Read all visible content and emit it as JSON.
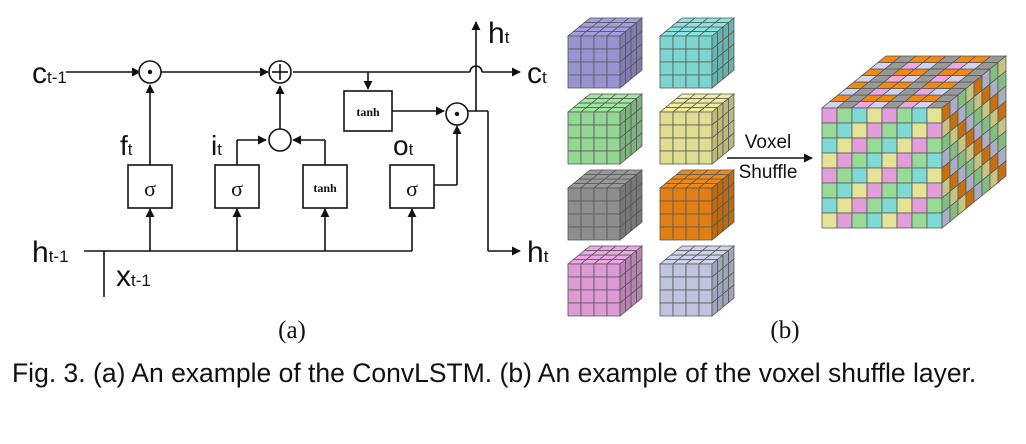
{
  "lstm": {
    "c_prev": {
      "base": "c",
      "sub": "t-1"
    },
    "c_next": {
      "base": "c",
      "sub": "t"
    },
    "h_top": {
      "base": "h",
      "sub": "t"
    },
    "h_out": {
      "base": "h",
      "sub": "t"
    },
    "h_prev": {
      "base": "h",
      "sub": "t-1"
    },
    "x_prev": {
      "base": "x",
      "sub": "t-1"
    },
    "forget_label": {
      "base": "f",
      "sub": "t"
    },
    "input_label": {
      "base": "i",
      "sub": "t"
    },
    "output_label": {
      "base": "o",
      "sub": "t"
    },
    "sigma": "σ",
    "tanh": "tanh",
    "mult": "⊙",
    "add": "⊕"
  },
  "shuffle": {
    "arrow_label_line1": "Voxel",
    "arrow_label_line2": "Shuffle",
    "cube_colors": [
      "#a59ee0",
      "#86e5e0",
      "#9fe79f",
      "#f1ef9e",
      "#999999",
      "#f18a15",
      "#eea6e5",
      "#cfd3ef"
    ],
    "big_cube_top_colors": [
      "#cfd3ef",
      "#f18a15",
      "#999999",
      "#f18a15",
      "#eea6e5",
      "#999999"
    ],
    "big_cube_front_colors": [
      "#eea6e5",
      "#9fe79f",
      "#86e5e0",
      "#f1ef9e"
    ],
    "big_cube_side_colors": [
      "#f18a15",
      "#f1ef9e",
      "#9fe79f",
      "#cfd3ef"
    ]
  },
  "panel_labels": {
    "a": "(a)",
    "b": "(b)"
  },
  "caption": "Fig. 3.  (a) An example of the ConvLSTM. (b) An example of the voxel shuffle layer."
}
